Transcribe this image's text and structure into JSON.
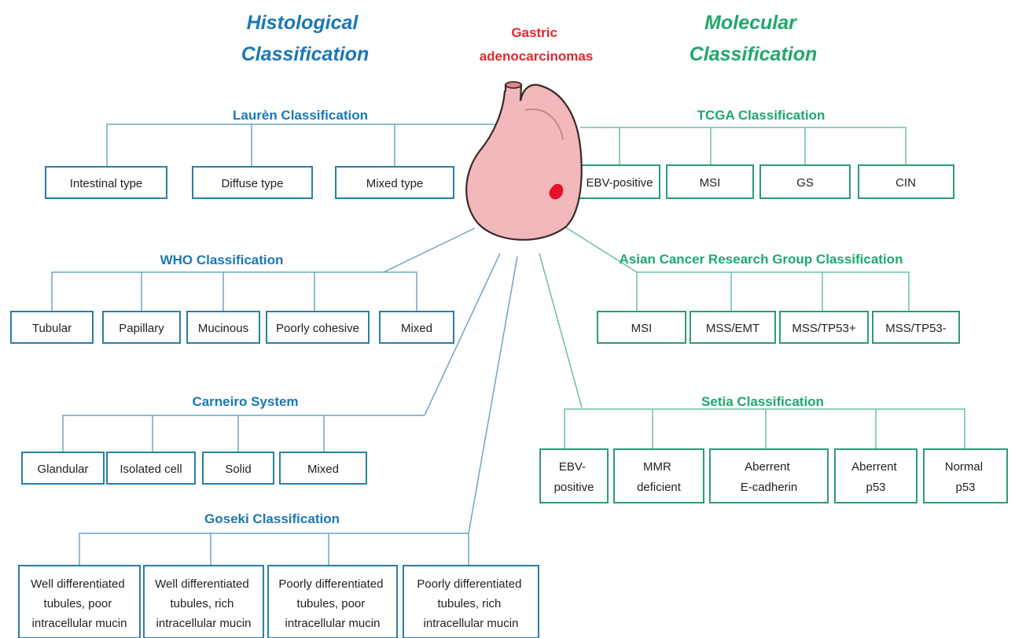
{
  "headings": {
    "left": [
      "Histological",
      "Classification"
    ],
    "center": [
      "Gastric",
      "adenocarcinomas"
    ],
    "right": [
      "Molecular",
      "Classification"
    ]
  },
  "colors": {
    "histological": "#1a78b5",
    "molecular": "#1fa86d",
    "center": "#e3272d",
    "stomach_fill": "#f2b8bb",
    "tumor": "#e8102a"
  },
  "classifications": {
    "lauren": {
      "title": "Laurèn Classification",
      "items": [
        [
          "Intestinal type"
        ],
        [
          "Diffuse type"
        ],
        [
          "Mixed type"
        ]
      ]
    },
    "who": {
      "title": "WHO Classification",
      "items": [
        [
          "Tubular"
        ],
        [
          "Papillary"
        ],
        [
          "Mucinous"
        ],
        [
          "Poorly cohesive"
        ],
        [
          "Mixed"
        ]
      ]
    },
    "carneiro": {
      "title": "Carneiro System",
      "items": [
        [
          "Glandular"
        ],
        [
          "Isolated cell"
        ],
        [
          "Solid"
        ],
        [
          "Mixed"
        ]
      ]
    },
    "goseki": {
      "title": "Goseki Classification",
      "items": [
        [
          "Well differentiated",
          "tubules, poor",
          "intracellular mucin"
        ],
        [
          "Well differentiated",
          "tubules, rich",
          "intracellular mucin"
        ],
        [
          "Poorly differentiated",
          "tubules, poor",
          "intracellular mucin"
        ],
        [
          "Poorly differentiated",
          "tubules, rich",
          "intracellular mucin"
        ]
      ]
    },
    "tcga": {
      "title": "TCGA Classification",
      "items": [
        [
          "EBV-positive"
        ],
        [
          "MSI"
        ],
        [
          "GS"
        ],
        [
          "CIN"
        ]
      ]
    },
    "acrg": {
      "title": "Asian Cancer Research Group Classification",
      "items": [
        [
          "MSI"
        ],
        [
          "MSS/EMT"
        ],
        [
          "MSS/TP53+"
        ],
        [
          "MSS/TP53-"
        ]
      ]
    },
    "setia": {
      "title": "Setia Classification",
      "items": [
        [
          "EBV-",
          "positive"
        ],
        [
          "MMR",
          "deficient"
        ],
        [
          "Aberrent",
          "E-cadherin"
        ],
        [
          "Aberrent",
          "p53"
        ],
        [
          "Normal",
          "p53"
        ]
      ]
    }
  }
}
